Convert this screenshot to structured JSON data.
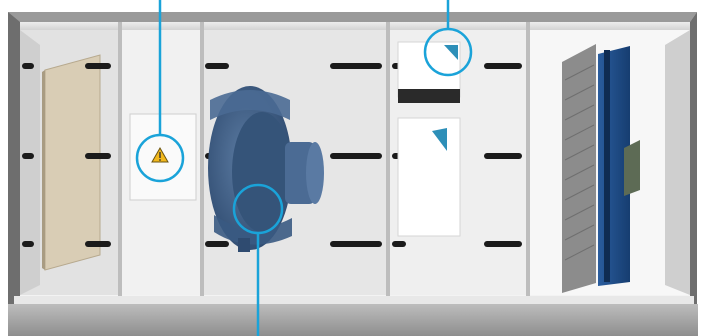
{
  "scene": {
    "subject": "air-handling-unit-cutaway",
    "callouts": [
      {
        "id": "control-panel",
        "marker": "warning-triangle-icon"
      },
      {
        "id": "sensor",
        "marker": "sensor-icon"
      },
      {
        "id": "fan-motor",
        "marker": "motor-icon"
      }
    ],
    "colors": {
      "callout": "#1aa3d9",
      "fan": "#3f5f87",
      "coil": "#1f4e8c",
      "frame": "#a9adb1",
      "panel_light": "#f4f4f4",
      "panel_dark": "#d8d8d8",
      "filter": "#d9cdb5",
      "base": "#c7c7c7",
      "warning": "#f2b81c"
    }
  }
}
